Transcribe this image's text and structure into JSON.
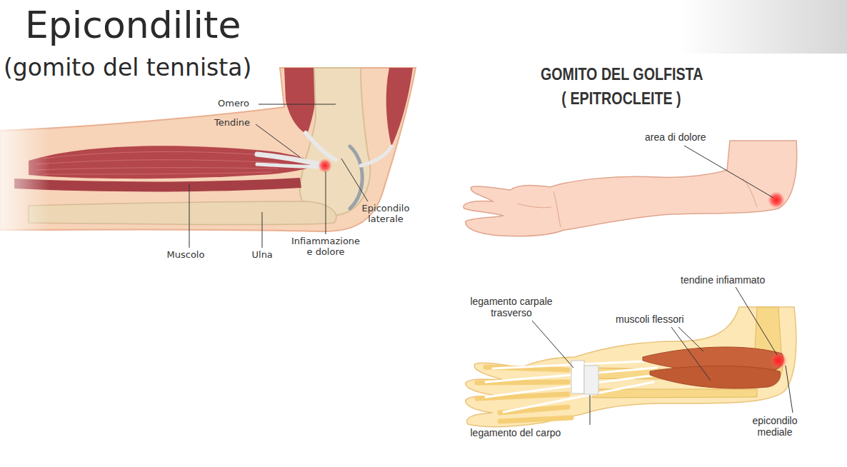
{
  "diagram": {
    "labels": [
      "Epicondilite",
      "(gomito del tennista)",
      "Omero",
      "Tendine",
      "Epicondilo laterale",
      "Muscolo",
      "Ulna",
      "Infiammazione e dolore",
      "GOMITO DEL GOLFISTA",
      "( EPITROCLEITE )",
      "area di dolore",
      "tendine infiammato",
      "legamento carpale trasverso",
      "muscoli flessori",
      "legamento del carpo",
      "epicondilo mediale"
    ]
  }
}
